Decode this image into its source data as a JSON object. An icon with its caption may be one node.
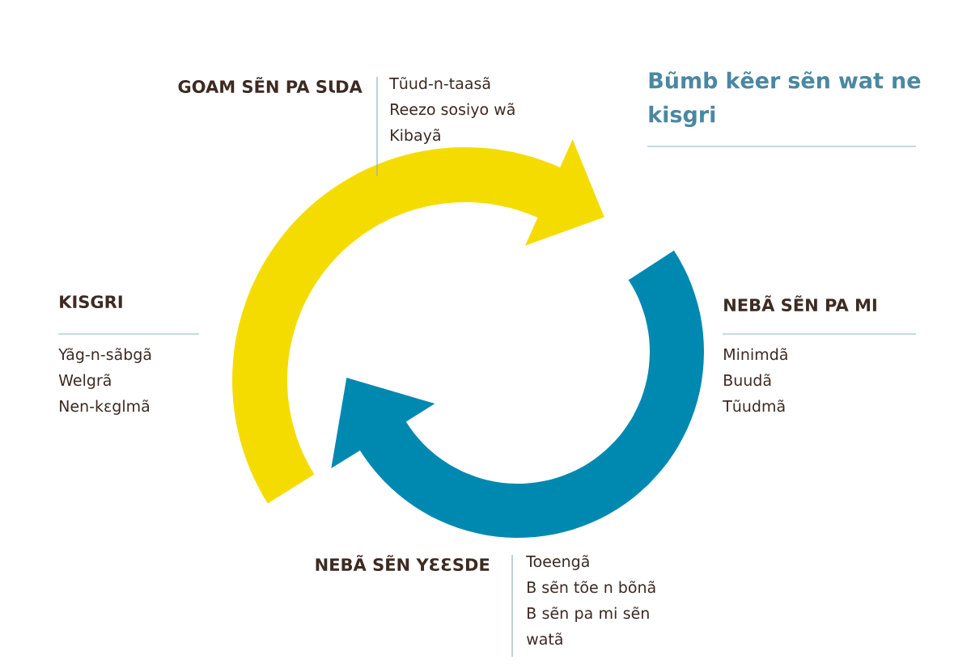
{
  "diagram": {
    "title": "Bũmb kẽer sẽn wat ne kisgri",
    "labels": [
      "GOAM SẼN PA SƖDA",
      "Tũud-n-taasã",
      "Reezo sosiyo wã",
      "Kibayã",
      "KISGRI",
      "Yãg-n-sãbgã",
      "Welgrã",
      "Nen-kɛglmã",
      "NEBÃ SẼN PA MI",
      "Minimdã",
      "Buudã",
      "Tũudmã",
      "NEBÃ SẼN YƐƐSDE",
      "Toeengã",
      "B sẽn tõe n bõnã",
      "B sẽn pa mi sẽn watã"
    ]
  }
}
